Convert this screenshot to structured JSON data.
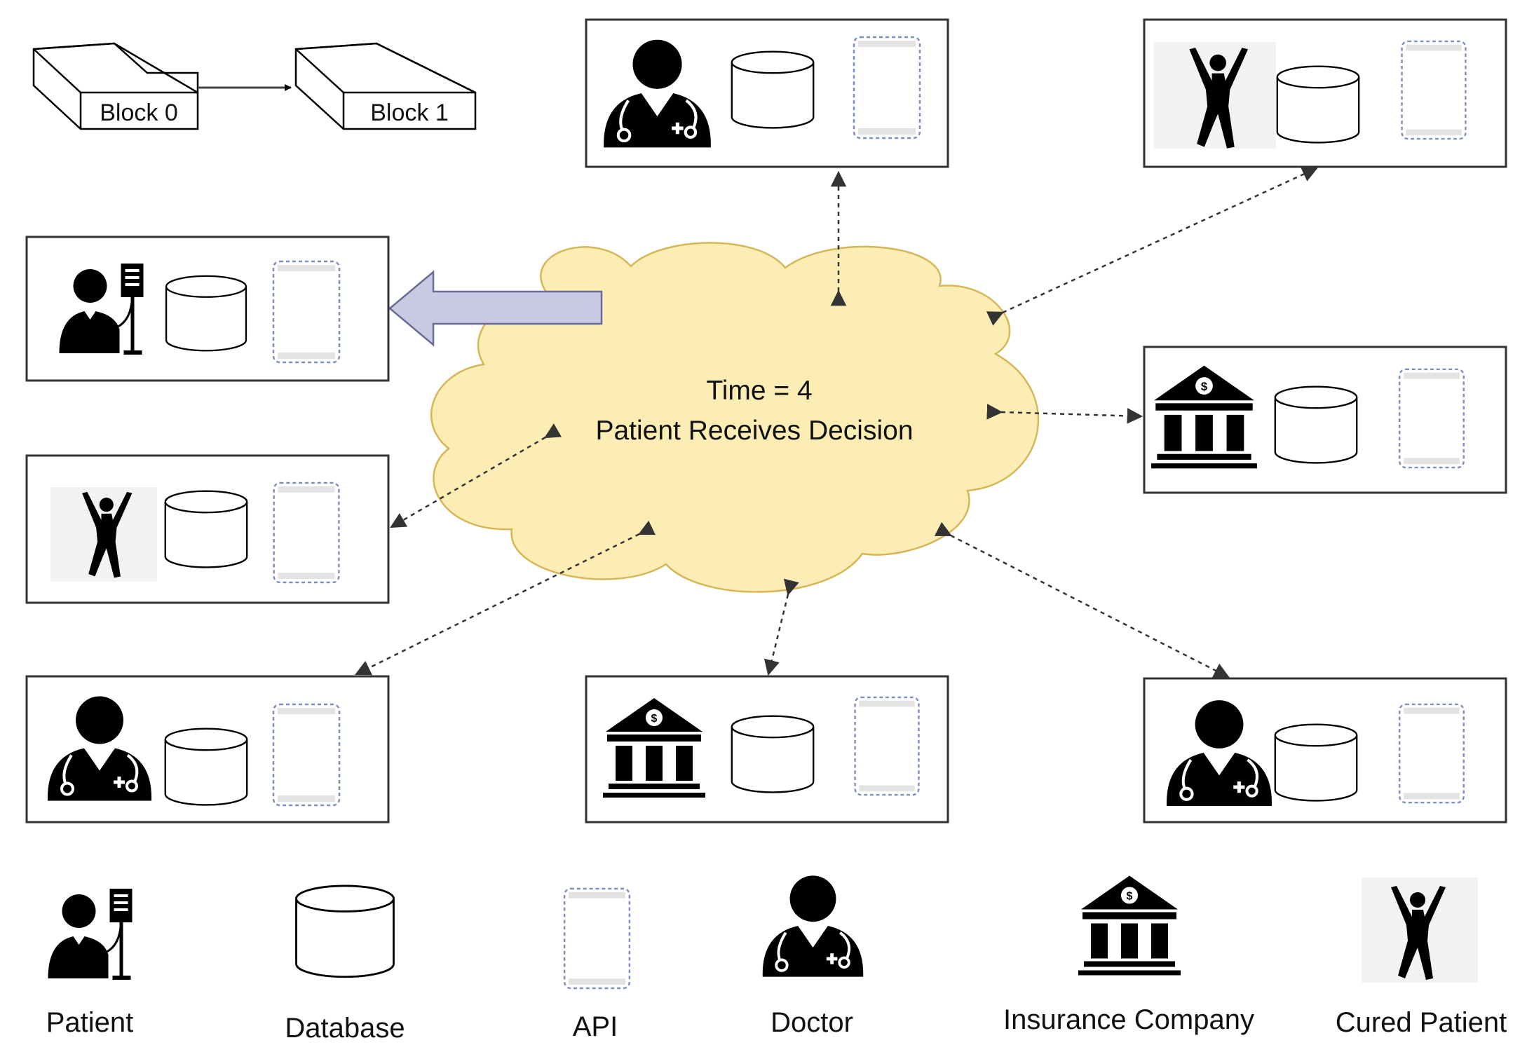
{
  "chain": {
    "block0": "Block 0",
    "block1": "Block 1"
  },
  "cloud": {
    "line1": "Time = 4",
    "line2": "Patient Receives Decision",
    "fill": "#FCEDB5",
    "stroke": "#D6B656"
  },
  "transfer_arrow": {
    "fill": "#C9C9E3",
    "stroke": "#6A6A99"
  },
  "nodes": [
    {
      "id": "doctor-top",
      "role": "Doctor"
    },
    {
      "id": "cured-top-right",
      "role": "Cured Patient"
    },
    {
      "id": "patient-left",
      "role": "Patient"
    },
    {
      "id": "insurance-right",
      "role": "Insurance Company"
    },
    {
      "id": "cured-left",
      "role": "Cured Patient"
    },
    {
      "id": "doctor-bottom-left",
      "role": "Doctor"
    },
    {
      "id": "insurance-bottom",
      "role": "Insurance Company"
    },
    {
      "id": "doctor-bottom-right",
      "role": "Doctor"
    }
  ],
  "legend": {
    "patient": "Patient",
    "database": "Database",
    "api": "API",
    "doctor": "Doctor",
    "insurance": "Insurance Company",
    "cured": "Cured Patient"
  }
}
